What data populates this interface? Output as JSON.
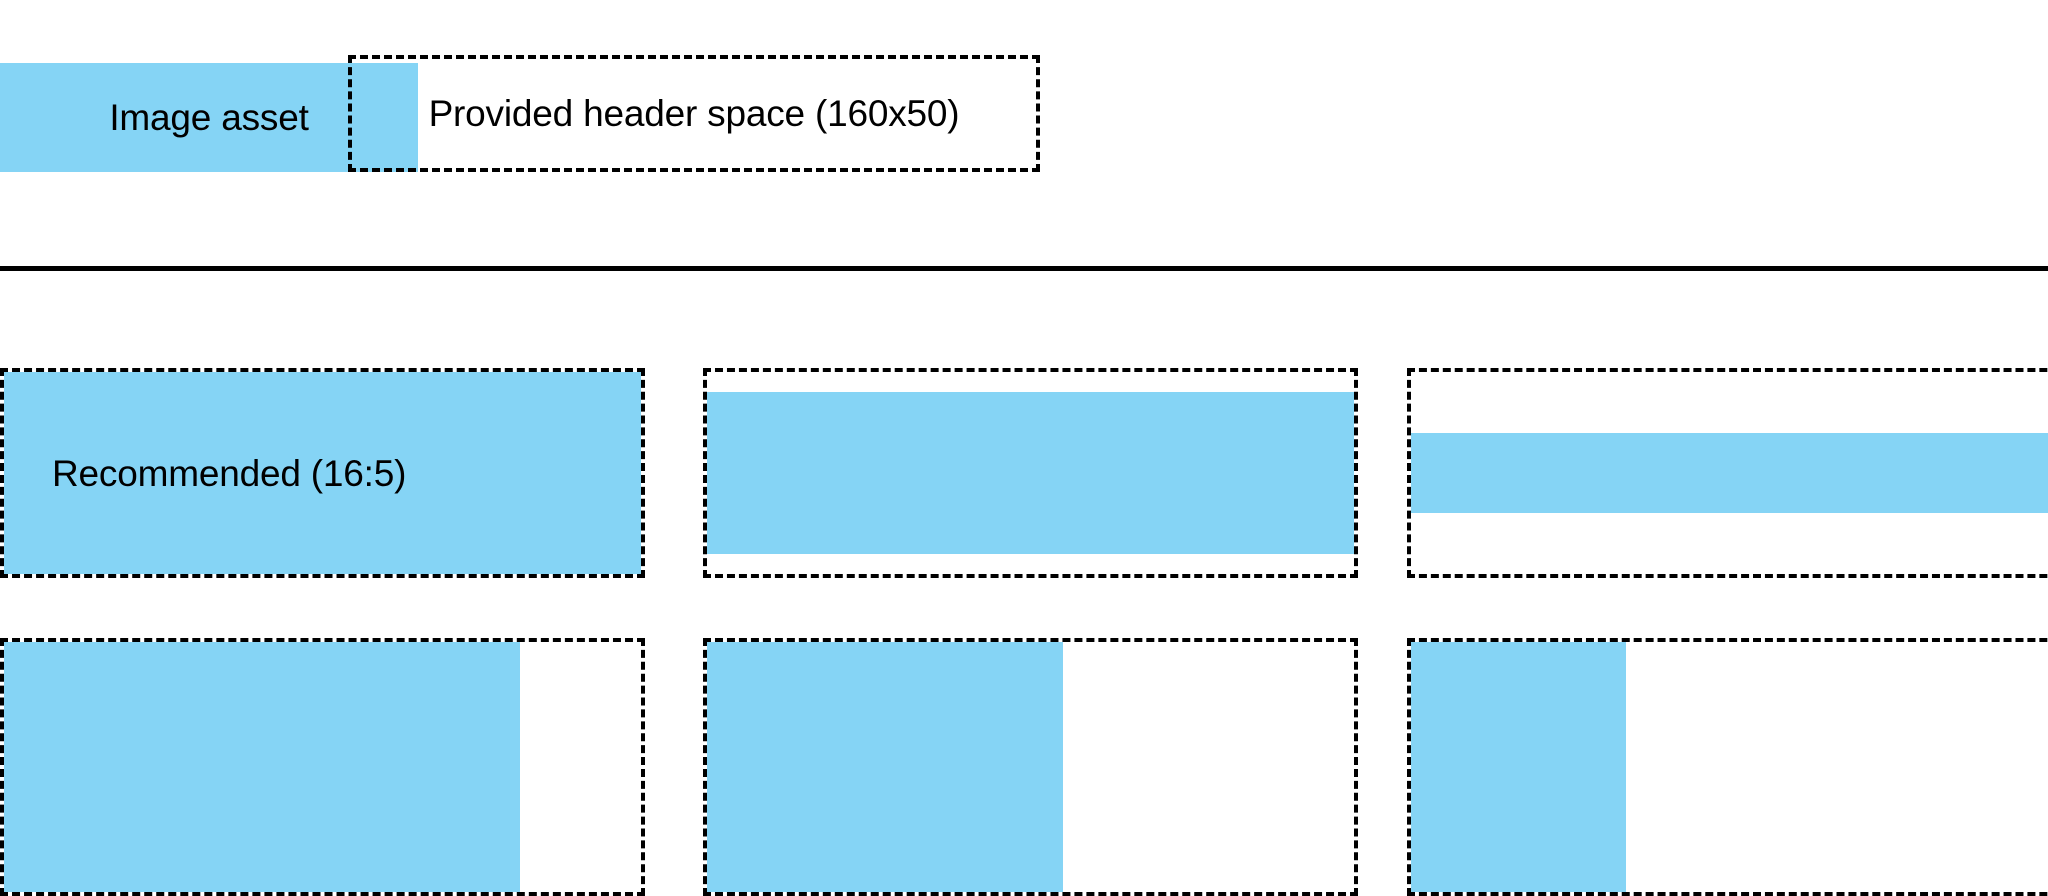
{
  "legend": {
    "swatch_label": "Image asset",
    "box_label": "Provided header space (160x50)",
    "swatch_color": "#85d4f5",
    "outline_color": "#000000"
  },
  "divider": {
    "color": "#000000"
  },
  "samples": {
    "recommended_label": "Recommended (16:5)",
    "rows": [
      {
        "name": "row-1",
        "cells": [
          {
            "name": "recommended-16-5",
            "label": "Recommended (16:5)",
            "fill_width_pct": 100,
            "fill_height_pct": 100
          },
          {
            "name": "taller-than-space",
            "label": "",
            "fill_width_pct": 100,
            "fill_height_pct": 80
          },
          {
            "name": "shorter-than-space",
            "label": "",
            "fill_width_pct": 100,
            "fill_height_pct": 40
          }
        ]
      },
      {
        "name": "row-2",
        "cells": [
          {
            "name": "narrower-81",
            "label": "",
            "fill_width_pct": 81,
            "fill_height_pct": 100
          },
          {
            "name": "narrower-55",
            "label": "",
            "fill_width_pct": 55,
            "fill_height_pct": 100
          },
          {
            "name": "narrower-31",
            "label": "",
            "fill_width_pct": 31,
            "fill_height_pct": 100
          }
        ]
      }
    ]
  }
}
